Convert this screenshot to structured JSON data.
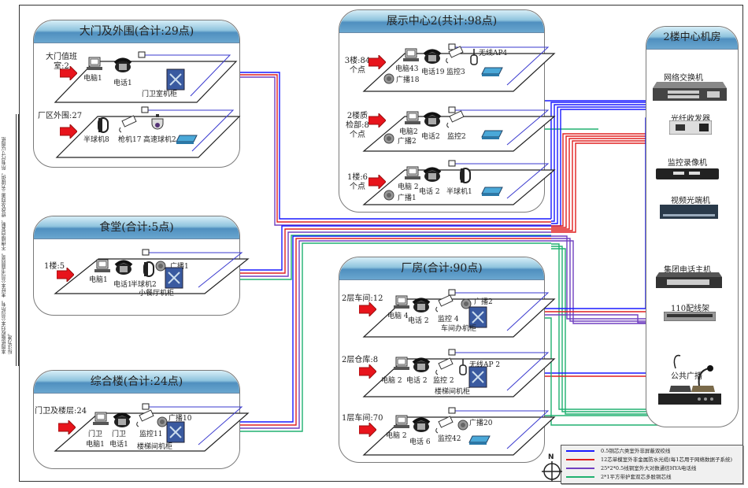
{
  "side_note": "本图纸版权归本公司所有，未经本公司书面同意，不得擅自复制、修改及向第三方提供。所有尺寸以图纸标注为准。",
  "panels": {
    "gate": {
      "title": "大门及外围(合计:29点)",
      "floors": [
        {
          "area_label": "大门值班室:2",
          "devices": [
            "电脑1",
            "电话1"
          ],
          "cabinet": "门卫室机柜"
        },
        {
          "area_label": "厂区外围:27",
          "devices": [
            "半球机8",
            "枪机17",
            "高速球机2"
          ]
        }
      ]
    },
    "canteen": {
      "title": "食堂(合计:5点)",
      "floors": [
        {
          "area_label": "1楼:5",
          "devices": [
            "电脑1",
            "电话1",
            "半球机2",
            "广播1"
          ],
          "cabinet": "小餐厅机柜"
        }
      ]
    },
    "complex": {
      "title": "综合楼(合计:24点)",
      "floors": [
        {
          "area_label": "门卫及楼层:24",
          "devices": [
            "门卫电脑1",
            "门卫电话1",
            "监控11",
            "广播10"
          ],
          "cabinet": "楼梯间机柜"
        }
      ]
    },
    "exhibition": {
      "title": "展示中心2(共计:98点)",
      "floors": [
        {
          "area_label": "3楼:84个点",
          "devices": [
            "电脑43",
            "电话19",
            "监控3",
            "广播18",
            "无线AP4"
          ]
        },
        {
          "area_label": "2楼质检部:8个点",
          "devices": [
            "电脑2",
            "电话2",
            "监控2",
            "广播2"
          ]
        },
        {
          "area_label": "1楼:6个点",
          "devices": [
            "电脑 2",
            "电话 2",
            "半球机1",
            "广播1"
          ]
        }
      ]
    },
    "factory": {
      "title": "厂房(合计:90点)",
      "floors": [
        {
          "area_label": "2层车间:12",
          "devices": [
            "电脑 4",
            "电话 2",
            "监控 4",
            "广播2"
          ],
          "cabinet": "车间办机柜"
        },
        {
          "area_label": "2层仓库:8",
          "devices": [
            "电脑 2",
            "电话 2",
            "监控 2",
            "无线AP 2"
          ],
          "cabinet": "楼梯间机柜"
        },
        {
          "area_label": "1层车间:70",
          "devices": [
            "电脑 2",
            "电话 6",
            "监控42",
            "广播20"
          ]
        }
      ]
    },
    "server_room": {
      "title": "2楼中心机房",
      "equipment": [
        "网络交换机",
        "光纤收发器",
        "监控录像机",
        "视频光端机",
        "集团电话主机",
        "110配线架",
        "公共广播"
      ]
    }
  },
  "legend": [
    {
      "label": "0.5铜芯六类室外非屏蔽双绞线",
      "color": "#1a1aff"
    },
    {
      "label": "12芯单模室外非金属防水光缆(每1芯用于网络数据子系统)",
      "color": "#e02020"
    },
    {
      "label": "25*2*0.5线铜室外大对数通信HYA电话线",
      "color": "#7040c0"
    },
    {
      "label": "2*1平方带护套双芯多股铜芯线",
      "color": "#20b070"
    }
  ],
  "compass": {
    "label": "N"
  },
  "colors": {
    "data": "#1a1aff",
    "fiber": "#e02020",
    "phone": "#7040c0",
    "broadcast": "#20b070",
    "arrow": "#e8141c",
    "switch": "#4aa8d8"
  }
}
